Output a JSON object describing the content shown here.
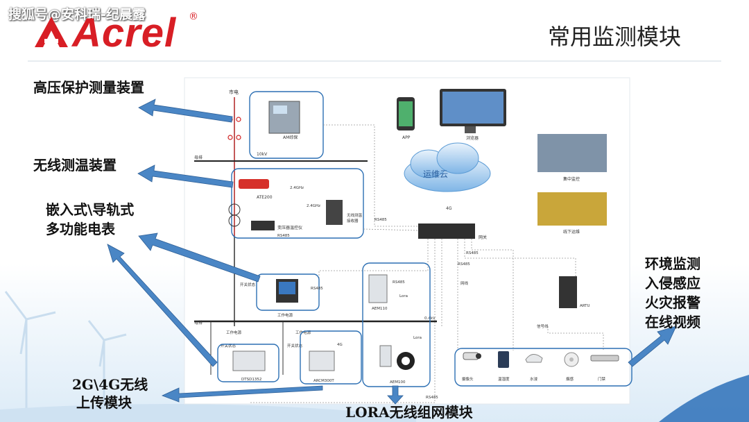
{
  "watermark": "搜狐号@安科瑞-纪晨露",
  "brand": {
    "name": "Acrel",
    "registered": "®"
  },
  "title": "常用监测模块",
  "callouts": {
    "hv_protection": "高压保护测量装置",
    "wireless_temp": "无线测温装置",
    "meter_line1": "嵌入式\\导轨式",
    "meter_line2": "多功能电表",
    "wireless_line1": "2G\\4G无线",
    "wireless_line2": "上传模块",
    "lora": "LORA无线组网模块",
    "env_line1": "环境监测",
    "env_line2": "入侵感应",
    "env_line3": "火灾报警",
    "env_line4": "在线视频"
  },
  "diagram": {
    "mains": "市电",
    "am_protection": "AM综保",
    "kv10": "10kV",
    "busbar": "母排",
    "ate200": "ATE200",
    "ghz1": "2.4GHz",
    "ghz2": "2.4GHz",
    "receiver_1": "无线测温",
    "receiver_2": "接收器",
    "transformer_ctrl": "变压器温控仪",
    "rs485": "RS485",
    "app": "APP",
    "browser": "浏览器",
    "cloud": "运维云",
    "central": "集中监控",
    "offline": "线下运维",
    "g4": "4G",
    "gateway": "网关",
    "switch_state": "开关状态",
    "work_power": "工作电源",
    "v04": "0.4kV",
    "aem110": "AEM110",
    "lora": "Lora",
    "dtsd": "DTSD1352",
    "arcm": "ARCM300T",
    "aem100": "AEM100",
    "artu": "ARTU",
    "network_line": "网线",
    "signal_line": "信号线",
    "sensors": [
      "摄像头",
      "温湿度",
      "水浸",
      "烟感",
      "门禁"
    ]
  },
  "colors": {
    "brand": "#d81e25",
    "arrow": "#4a86c5",
    "box": "#2c6fb3"
  }
}
